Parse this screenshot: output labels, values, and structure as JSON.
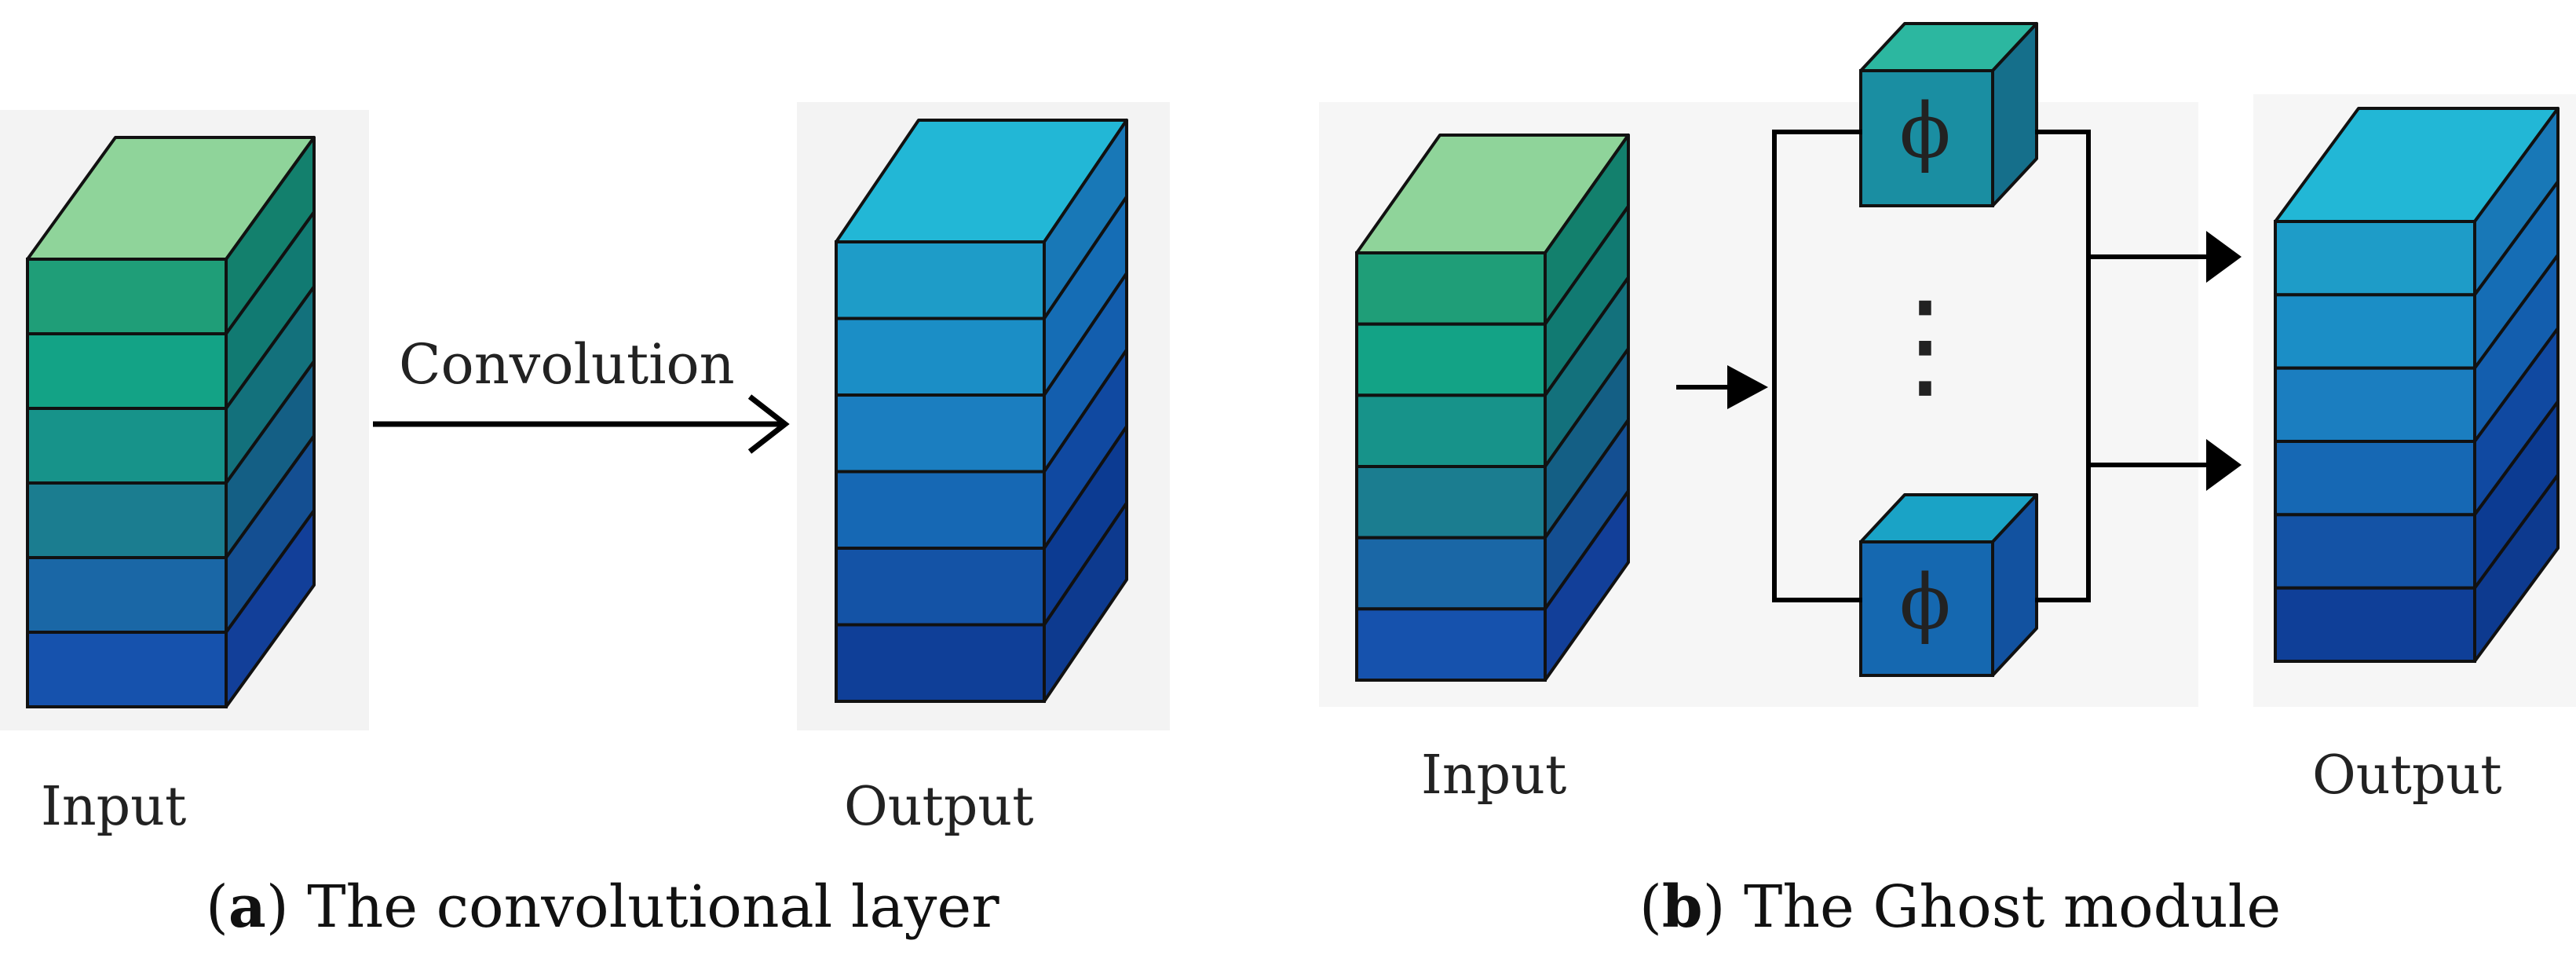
{
  "colors": {
    "top_input": "#8fd49a",
    "top_output": "#22b7d6",
    "edge": "#111111",
    "arrow": "#000000"
  },
  "panel_a": {
    "input_label": "Input",
    "op_label": "Convolution",
    "output_label": "Output",
    "caption_letter": "a",
    "caption_text": "The convolutional layer",
    "input_layer_colors": [
      "#1f9e78",
      "#13a386",
      "#17938a",
      "#1b7d90",
      "#1a67a6",
      "#1652ad"
    ],
    "input_side_colors": [
      "#13806d",
      "#117a72",
      "#13717c",
      "#145f85",
      "#144f92",
      "#123f99"
    ],
    "output_layer_colors": [
      "#1e9cc8",
      "#1b8ec6",
      "#1b7ec0",
      "#1668b4",
      "#1453a6",
      "#0f3f98"
    ],
    "output_side_colors": [
      "#1878b7",
      "#156db5",
      "#135eae",
      "#1049a1",
      "#0c3b92",
      "#0d3a8f"
    ]
  },
  "panel_b": {
    "input_label": "Input",
    "phi_symbol": "ϕ",
    "ellipsis": "⋮",
    "output_label": "Output",
    "caption_letter": "b",
    "caption_text": "The Ghost module",
    "small_cube_top_colors": [
      "#2cb7a0",
      "#1aa3c6"
    ],
    "small_cube_front_colors": [
      "#1a8ea2",
      "#1568b0"
    ],
    "small_cube_side_colors": [
      "#156f8b",
      "#1252a0"
    ]
  }
}
